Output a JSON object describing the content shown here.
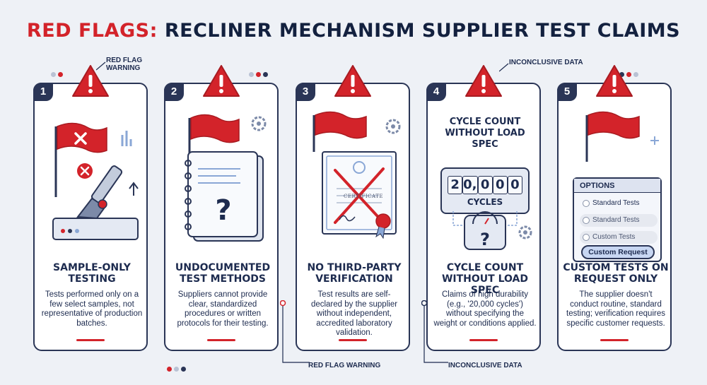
{
  "title": {
    "part1": "RED FLAGS:",
    "part2": "RECLINER MECHANISM SUPPLIER TEST CLAIMS"
  },
  "callouts": {
    "top_left": "RED FLAG\nWARNING",
    "top_right": "INCONCLUSIVE DATA",
    "bottom_left": "RED FLAG WARNING",
    "bottom_right": "INCONCLUSIVE DATA"
  },
  "colors": {
    "accent_red": "#d3232a",
    "navy": "#2a3556",
    "background": "#eef1f6"
  },
  "cards": [
    {
      "number": "1",
      "heading": "SAMPLE-ONLY TESTING",
      "description": "Tests performed only on a few select samples, not representative of production batches.",
      "icons": [
        "warning-icon",
        "red-flag-icon",
        "x-mark-icon",
        "recliner-mechanism-icon"
      ]
    },
    {
      "number": "2",
      "heading": "UNDOCUMENTED TEST METHODS",
      "description": "Suppliers cannot provide clear, standardized procedures or written protocols for their testing.",
      "icons": [
        "warning-icon",
        "red-flag-icon",
        "notebook-question-icon",
        "gear-icon"
      ]
    },
    {
      "number": "3",
      "heading": "NO THIRD-PARTY VERIFICATION",
      "description": "Test results are self-declared by the supplier without independent, accredited laboratory validation.",
      "cert_label": "CERTIFICATE",
      "icons": [
        "warning-icon",
        "red-flag-icon",
        "crossed-certificate-icon",
        "gear-icon"
      ]
    },
    {
      "number": "4",
      "heading": "CYCLE COUNT WITHOUT LOAD SPEC",
      "art_heading": "CYCLE COUNT WITHOUT LOAD SPEC",
      "description": "Claims of high durability (e.g., '20,000 cycles') without specifying the weight or conditions applied.",
      "counter_digits": [
        "2",
        "0,",
        "0",
        "0",
        "0"
      ],
      "counter_label": "CYCLES",
      "icons": [
        "warning-icon",
        "cycle-counter-icon",
        "scale-question-icon",
        "gear-icon"
      ]
    },
    {
      "number": "5",
      "heading": "CUSTOM TESTS ON REQUEST ONLY",
      "description": "The supplier doesn't conduct routine, standard testing; verification requires specific customer requests.",
      "options": {
        "header": "OPTIONS",
        "items": [
          "Standard Tests",
          "Standard Tests",
          "Custom Tests"
        ],
        "button": "Custom Request"
      },
      "icons": [
        "warning-icon",
        "red-flag-icon",
        "options-panel-icon"
      ]
    }
  ]
}
